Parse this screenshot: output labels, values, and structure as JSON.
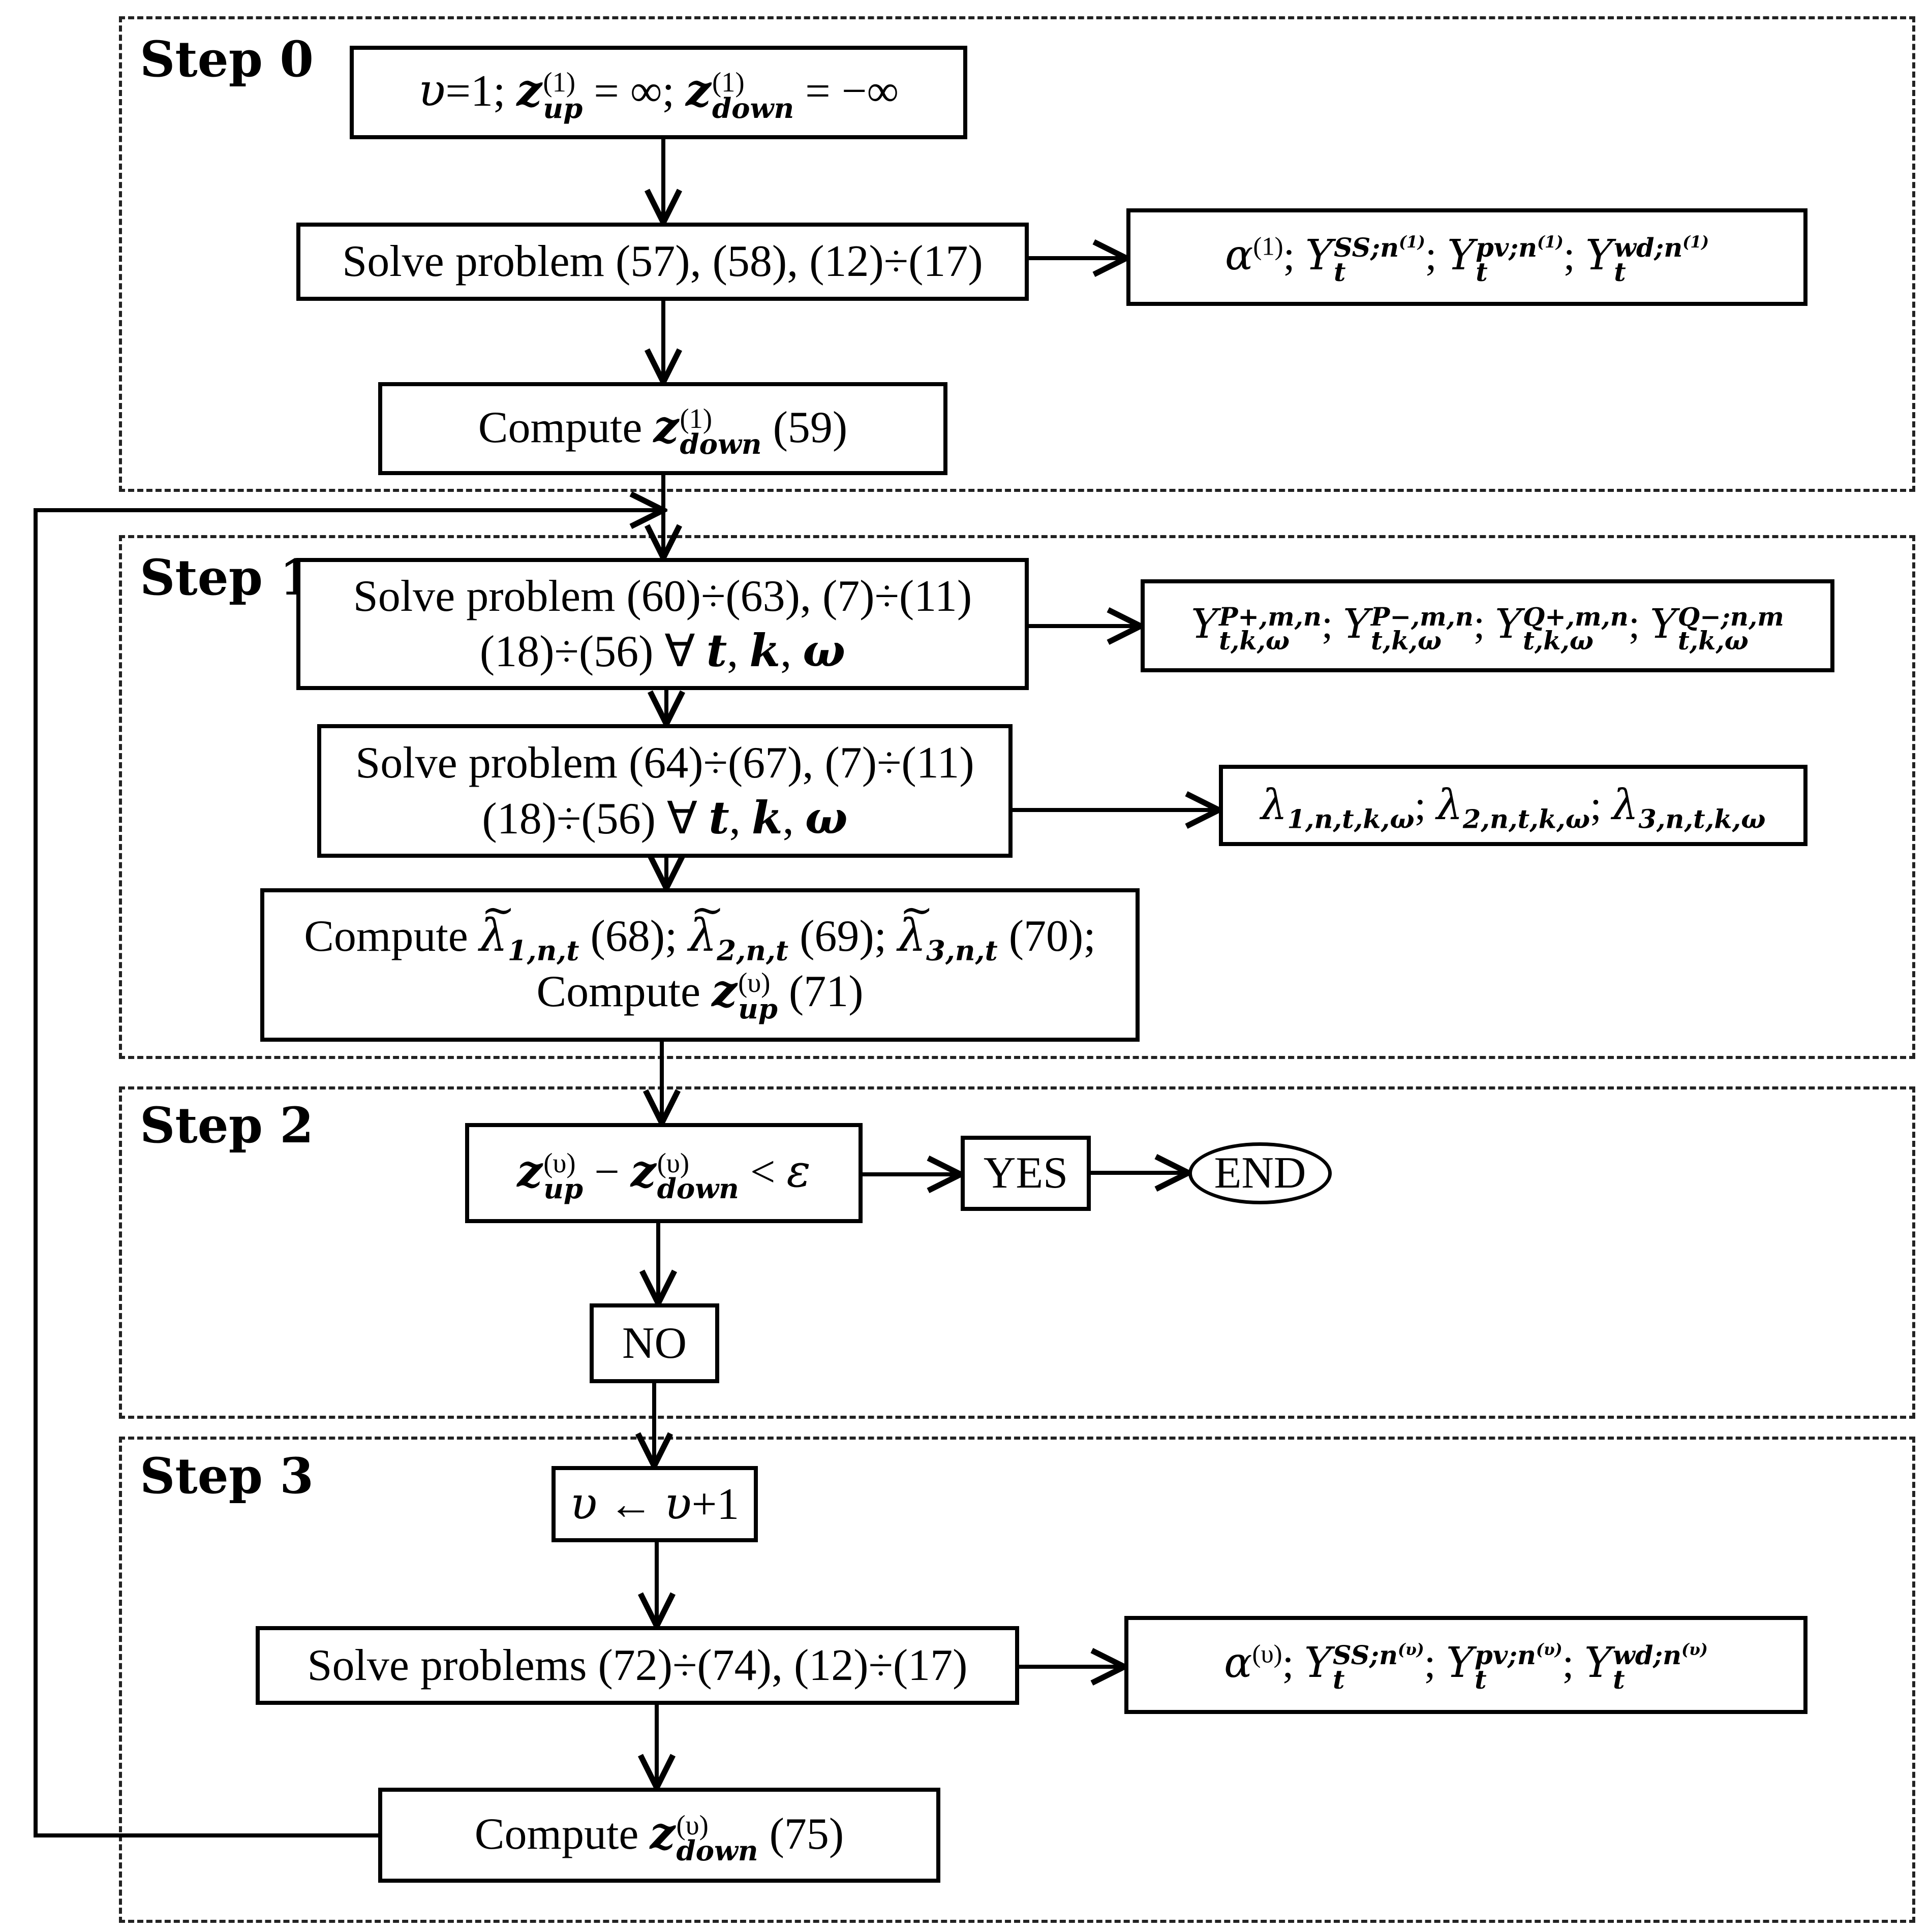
{
  "steps": [
    {
      "label": "Step 0"
    },
    {
      "label": "Step 1"
    },
    {
      "label": "Step 2"
    },
    {
      "label": "Step 3"
    }
  ],
  "nodes": {
    "init": {
      "text": "υ=1; z_up^(1) = ∞; z_down^(1) = −∞"
    },
    "solve0": {
      "text": "Solve problem (57), (58), (12)÷(17)"
    },
    "out0": {
      "text": "α^(1); Y_t^(SS;n^(1)); Y_t^(pv;n^(1)); Y_t^(wd;n^(1))"
    },
    "compute0": {
      "text": "Compute z_down^(1) (59)",
      "prefix": "Compute",
      "suffix": "(59)"
    },
    "solve1a": {
      "line1": "Solve problem (60)÷(63), (7)÷(11)",
      "line2": "(18)÷(56)"
    },
    "out1a": {
      "text": "Y_{t,k,ω}^{P+,m,n}; Y_{t,k,ω}^{P−,m,n}; Y_{t,k,ω}^{Q+,m,n}; Y_{t,k,ω}^{Q−;n,m}"
    },
    "solve1b": {
      "line1": "Solve problem (64)÷(67), (7)÷(11)",
      "line2": "(18)÷(56)"
    },
    "out1b": {
      "text": "λ_{1,n,t,k,ω}; λ_{2,n,t,k,ω}; λ_{3,n,t,k,ω}"
    },
    "compute1": {
      "prefix": "Compute",
      "eq1": "(68);",
      "eq2": "(69);",
      "eq3": "(70);",
      "prefix2": "Compute",
      "suffix2": "(71)"
    },
    "check": {
      "text": "z_up^(υ) − z_down^(υ) < ε"
    },
    "yes": {
      "text": "YES"
    },
    "end": {
      "text": "END"
    },
    "no": {
      "text": "NO"
    },
    "incr": {
      "text": "υ ← υ+1"
    },
    "solve3": {
      "text": "Solve problems (72)÷(74), (12)÷(17)"
    },
    "out3": {
      "text": "α^(υ); Y_t^(SS;n^(υ)); Y_t^(pv;n^(υ)); Y_t^(wd;n^(υ))"
    },
    "compute3": {
      "prefix": "Compute",
      "suffix": "(75)"
    }
  }
}
